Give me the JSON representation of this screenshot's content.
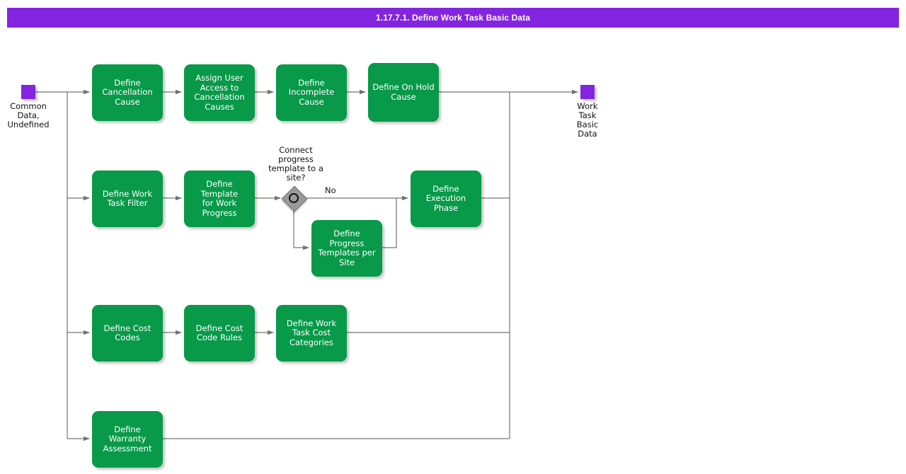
{
  "title": "1.17.7.1. Define Work Task Basic Data",
  "colors": {
    "title_bar": "#8325de",
    "task_fill": "#089949",
    "task_text": "#ffffff",
    "data_object": "#8325de",
    "gateway_fill": "#9a9a9a",
    "edge": "#737373",
    "canvas": "#ffffff"
  },
  "data_objects": {
    "start": {
      "label": "Common\nData,\nUndefined"
    },
    "end": {
      "label": "Work Task\nBasic Data"
    }
  },
  "gateway": {
    "name": "event-based-gateway",
    "question": "Connect\nprogress\ntemplate to a\nsite?",
    "branches": [
      {
        "label": "No",
        "target": "Define Execution Phase"
      },
      {
        "label": "",
        "target": "Define Progress Templates per Site"
      }
    ]
  },
  "tasks": [
    {
      "id": "define-cancellation-cause",
      "label": "Define\nCancellation\nCause"
    },
    {
      "id": "assign-user-access-to-cancellation-causes",
      "label": "Assign User\nAccess to\nCancellation\nCauses"
    },
    {
      "id": "define-incomplete-cause",
      "label": "Define\nIncomplete\nCause"
    },
    {
      "id": "define-on-hold-cause",
      "label": "Define On Hold\nCause"
    },
    {
      "id": "define-work-task-filter",
      "label": "Define Work\nTask Filter"
    },
    {
      "id": "define-template-for-work-progress",
      "label": "Define Template\nfor Work\nProgress"
    },
    {
      "id": "define-progress-templates-per-site",
      "label": "Define Progress\nTemplates per\nSite"
    },
    {
      "id": "define-execution-phase",
      "label": "Define\nExecution\nPhase"
    },
    {
      "id": "define-cost-codes",
      "label": "Define Cost\nCodes"
    },
    {
      "id": "define-cost-code-rules",
      "label": "Define Cost\nCode Rules"
    },
    {
      "id": "define-work-task-cost-categories",
      "label": "Define Work\nTask Cost\nCategories"
    },
    {
      "id": "define-warranty-assessment",
      "label": "Define Warranty\nAssessment"
    }
  ]
}
